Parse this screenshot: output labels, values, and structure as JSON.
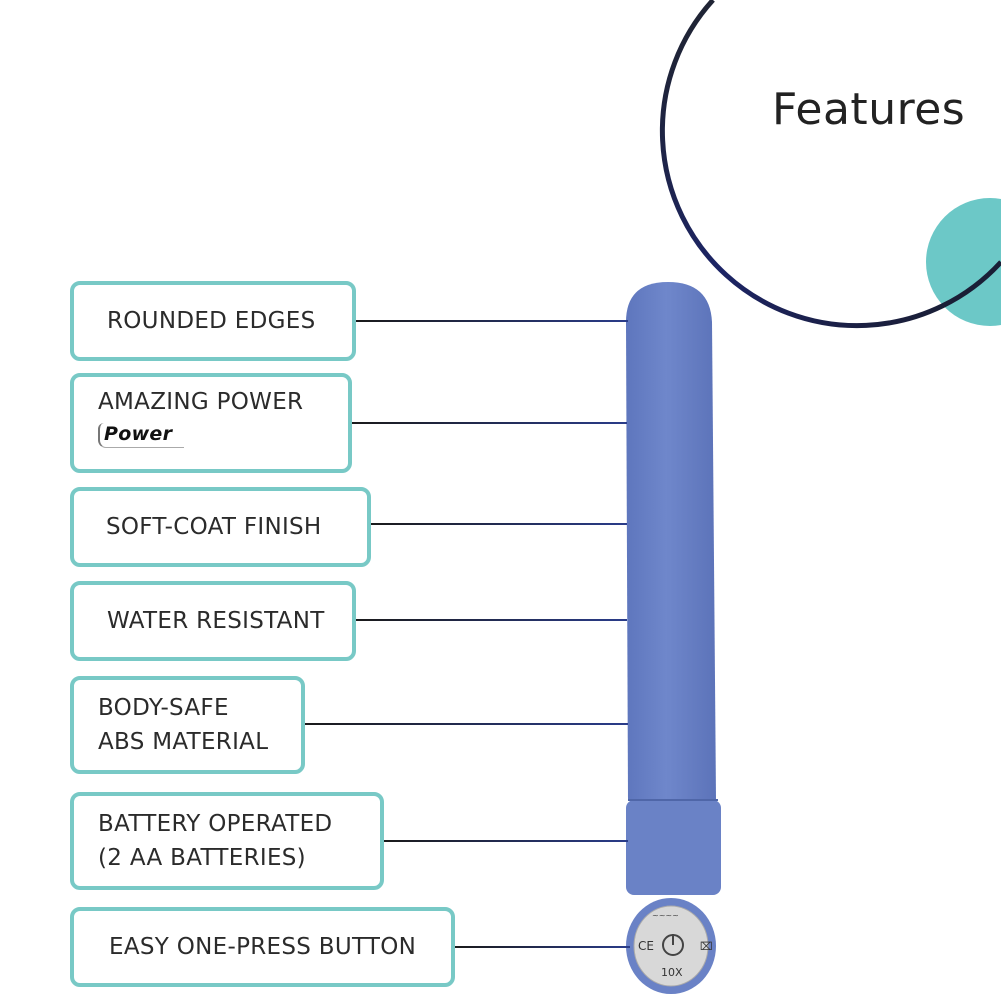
{
  "page": {
    "title": "Features"
  },
  "features": [
    {
      "lines": [
        "ROUNDED EDGES"
      ]
    },
    {
      "lines": [
        "AMAZING POWER"
      ],
      "logo": "Power"
    },
    {
      "lines": [
        "SOFT-COAT FINISH"
      ]
    },
    {
      "lines": [
        "WATER RESISTANT"
      ]
    },
    {
      "lines": [
        "BODY-SAFE",
        "ABS MATERIAL"
      ]
    },
    {
      "lines": [
        "BATTERY OPERATED",
        "(2 AA BATTERIES)"
      ]
    },
    {
      "lines": [
        "EASY ONE-PRESS BUTTON"
      ]
    }
  ],
  "product": {
    "base_label": "10X",
    "base_marks": [
      "CE",
      "power-icon",
      "recycle-bin-icon"
    ]
  },
  "colors": {
    "box_border": "#78c9c6",
    "accent_circle": "#6cc8c7",
    "product_body": "#6a82c6",
    "arc": "#1b1f3a"
  }
}
